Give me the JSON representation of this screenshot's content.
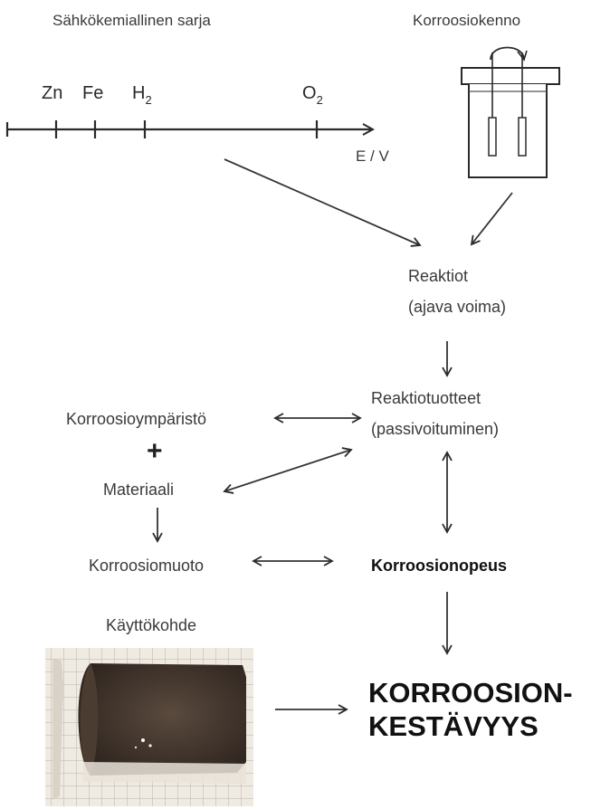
{
  "electrochemical_series": {
    "title": "Sähkökemiallinen sarja",
    "axis_label": "E / V",
    "ticks": [
      {
        "symbol": "Zn",
        "sub": ""
      },
      {
        "symbol": "Fe",
        "sub": ""
      },
      {
        "symbol": "H",
        "sub": "2"
      },
      {
        "symbol": "O",
        "sub": "2"
      }
    ]
  },
  "corrosion_cell": {
    "title": "Korroosiokenno"
  },
  "nodes": {
    "reactions": {
      "line1": "Reaktiot",
      "line2": "(ajava voima)"
    },
    "reaction_products": {
      "line1": "Reaktiotuotteet",
      "line2": "(passivoituminen)"
    },
    "environment": "Korroosioympäristö",
    "plus": "+",
    "material": "Materiaali",
    "corrosion_form": "Korroosiomuoto",
    "corrosion_rate": "Korroosionopeus",
    "application": "Käyttökohde",
    "result": {
      "line1": "KORROOSION-",
      "line2": "KESTÄVYYS"
    }
  }
}
